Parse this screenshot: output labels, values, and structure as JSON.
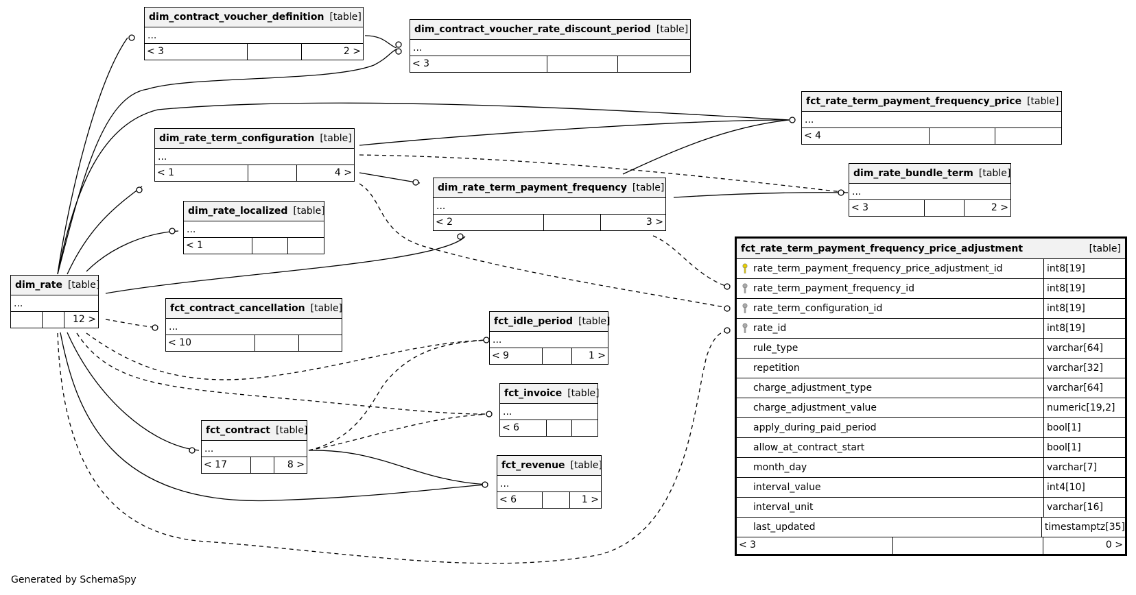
{
  "tables": [
    {
      "id": "t_cvd",
      "name": "dim_contract_voucher_definition",
      "kind": "[table]",
      "dots": "...",
      "foot": [
        "< 3",
        "",
        "2 >"
      ]
    },
    {
      "id": "t_cvrdp",
      "name": "dim_contract_voucher_rate_discount_period",
      "kind": "[table]",
      "dots": "...",
      "foot": [
        "< 3",
        "",
        ""
      ]
    },
    {
      "id": "t_rtpfp",
      "name": "fct_rate_term_payment_frequency_price",
      "kind": "[table]",
      "dots": "...",
      "foot": [
        "< 4",
        "",
        ""
      ]
    },
    {
      "id": "t_rtc",
      "name": "dim_rate_term_configuration",
      "kind": "[table]",
      "dots": "...",
      "foot": [
        "< 1",
        "",
        "4 >"
      ]
    },
    {
      "id": "t_rtpf",
      "name": "dim_rate_term_payment_frequency",
      "kind": "[table]",
      "dots": "...",
      "foot": [
        "< 2",
        "",
        "3 >"
      ]
    },
    {
      "id": "t_rbt",
      "name": "dim_rate_bundle_term",
      "kind": "[table]",
      "dots": "...",
      "foot": [
        "< 3",
        "",
        "2 >"
      ]
    },
    {
      "id": "t_rl",
      "name": "dim_rate_localized",
      "kind": "[table]",
      "dots": "...",
      "foot": [
        "< 1",
        "",
        ""
      ]
    },
    {
      "id": "t_rate",
      "name": "dim_rate",
      "kind": "[table]",
      "dots": "...",
      "foot": [
        "",
        "",
        "12 >"
      ]
    },
    {
      "id": "t_cc",
      "name": "fct_contract_cancellation",
      "kind": "[table]",
      "dots": "...",
      "foot": [
        "< 10",
        "",
        ""
      ]
    },
    {
      "id": "t_idle",
      "name": "fct_idle_period",
      "kind": "[table]",
      "dots": "...",
      "foot": [
        "< 9",
        "",
        "1 >"
      ]
    },
    {
      "id": "t_inv",
      "name": "fct_invoice",
      "kind": "[table]",
      "dots": "...",
      "foot": [
        "< 6",
        "",
        ""
      ]
    },
    {
      "id": "t_con",
      "name": "fct_contract",
      "kind": "[table]",
      "dots": "...",
      "foot": [
        "< 17",
        "",
        "8 >"
      ]
    },
    {
      "id": "t_rev",
      "name": "fct_revenue",
      "kind": "[table]",
      "dots": "...",
      "foot": [
        "< 6",
        "",
        "1 >"
      ]
    }
  ],
  "focus_table": {
    "name": "fct_rate_term_payment_frequency_price_adjustment",
    "kind": "[table]",
    "columns": [
      {
        "name": "rate_term_payment_frequency_price_adjustment_id",
        "type": "int8[19]",
        "key": "primary"
      },
      {
        "name": "rate_term_payment_frequency_id",
        "type": "int8[19]",
        "key": "foreign"
      },
      {
        "name": "rate_term_configuration_id",
        "type": "int8[19]",
        "key": "foreign"
      },
      {
        "name": "rate_id",
        "type": "int8[19]",
        "key": "foreign"
      },
      {
        "name": "rule_type",
        "type": "varchar[64]",
        "key": ""
      },
      {
        "name": "repetition",
        "type": "varchar[32]",
        "key": ""
      },
      {
        "name": "charge_adjustment_type",
        "type": "varchar[64]",
        "key": ""
      },
      {
        "name": "charge_adjustment_value",
        "type": "numeric[19,2]",
        "key": ""
      },
      {
        "name": "apply_during_paid_period",
        "type": "bool[1]",
        "key": ""
      },
      {
        "name": "allow_at_contract_start",
        "type": "bool[1]",
        "key": ""
      },
      {
        "name": "month_day",
        "type": "varchar[7]",
        "key": ""
      },
      {
        "name": "interval_value",
        "type": "int4[10]",
        "key": ""
      },
      {
        "name": "interval_unit",
        "type": "varchar[16]",
        "key": ""
      },
      {
        "name": "last_updated",
        "type": "timestamptz[35]",
        "key": ""
      }
    ],
    "foot": [
      "< 3",
      "",
      "0 >"
    ]
  },
  "colors": {
    "primary_key": "#e8d000",
    "foreign_key": "#aaaaaa",
    "header_bg": "#f2f2f2"
  },
  "credit": "Generated by SchemaSpy"
}
